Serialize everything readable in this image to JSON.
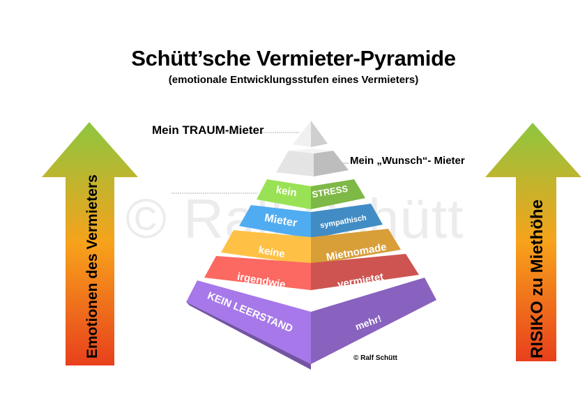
{
  "title": "Schütt’sche Vermieter-Pyramide",
  "subtitle": "(emotionale Entwicklungsstufen eines Vermieters)",
  "watermark": "© Ralf Schütt",
  "left_arrow": {
    "label": "Emotionen des Vermieters",
    "colors": [
      "#e8401c",
      "#f7a21b",
      "#8dc63f"
    ]
  },
  "right_arrow": {
    "label": "RISIKO zu Miethöhe",
    "colors": [
      "#e8401c",
      "#f7a21b",
      "#8dc63f"
    ]
  },
  "callouts": {
    "top": "Mein TRAUM-Mieter",
    "second": "Mein „Wunsch“- Mieter"
  },
  "tiers": [
    {
      "left": "kein",
      "right": "STRESS",
      "color": "#8fd14f"
    },
    {
      "left": "Mieter",
      "right": "sympathisch",
      "color": "#4a9fdf"
    },
    {
      "left": "keine",
      "right": "Mietnomade",
      "color": "#f6b340"
    },
    {
      "left": "irgendwie",
      "right": "vermietet",
      "color": "#e9605b"
    },
    {
      "left": "KEIN LEERSTAND",
      "right": "mehr!",
      "color": "#9a6fd8"
    }
  ],
  "copyright": "©  Ralf Schütt"
}
